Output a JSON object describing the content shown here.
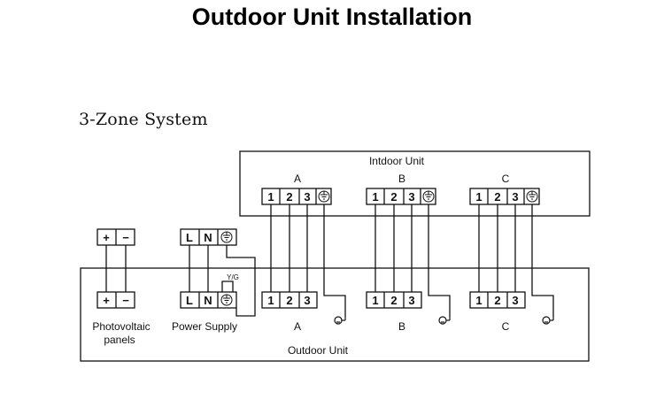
{
  "title": "Outdoor Unit Installation",
  "subtitle": "3-Zone System",
  "indoor_unit": {
    "label": "Intdoor Unit",
    "zones": [
      {
        "name": "A",
        "terminals": [
          "1",
          "2",
          "3",
          "earth"
        ]
      },
      {
        "name": "B",
        "terminals": [
          "1",
          "2",
          "3",
          "earth"
        ]
      },
      {
        "name": "C",
        "terminals": [
          "1",
          "2",
          "3",
          "earth"
        ]
      }
    ]
  },
  "outdoor_unit": {
    "label": "Outdoor Unit",
    "zones": [
      {
        "name": "A",
        "terminals": [
          "1",
          "2",
          "3"
        ]
      },
      {
        "name": "B",
        "terminals": [
          "1",
          "2",
          "3"
        ]
      },
      {
        "name": "C",
        "terminals": [
          "1",
          "2",
          "3"
        ]
      }
    ]
  },
  "photovoltaic": {
    "label_line1": "Photovoltaic",
    "label_line2": "panels",
    "terminals": [
      "+",
      "−"
    ]
  },
  "power_supply": {
    "label": "Power Supply",
    "terminals": [
      "L",
      "N",
      "earth"
    ],
    "ground_label": "Y/G"
  },
  "icons": {
    "earth": "earth-ground-icon",
    "ground": "ground-symbol-icon"
  },
  "colors": {
    "line": "#111111",
    "background": "#ffffff"
  }
}
